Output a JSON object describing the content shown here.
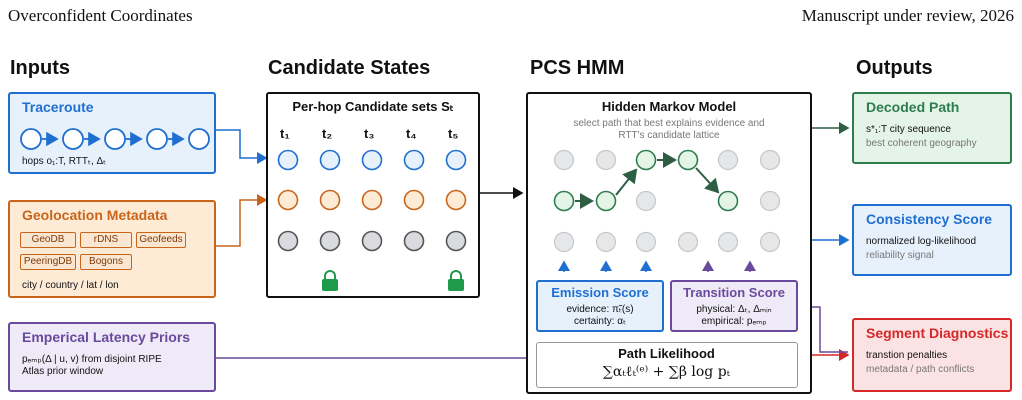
{
  "header": {
    "left": "Overconfident Coordinates",
    "right": "Manuscript under review, 2026"
  },
  "columns": {
    "inputs": "Inputs",
    "candidates": "Candidate States",
    "hmm": "PCS HMM",
    "outputs": "Outputs"
  },
  "traceroute": {
    "title": "Traceroute",
    "caption": "hops o₁:T, RTTₜ, Δₜ"
  },
  "geo": {
    "title": "Geolocation Metadata",
    "tags": [
      "GeoDB",
      "rDNS",
      "Geofeeds",
      "PeeringDB",
      "Bogons"
    ],
    "caption": "city / country / lat / lon"
  },
  "priors": {
    "title": "Emperical Latency Priors",
    "line1": "pₑₘₚ(Δ | u, v) from disjoint RIPE",
    "line2": "Atlas prior window"
  },
  "candidates": {
    "title": "Per-hop Candidate sets Sₜ",
    "steps": [
      "t₁",
      "t₂",
      "t₃",
      "t₄",
      "t₅"
    ]
  },
  "hmm": {
    "title": "Hidden Markov Model",
    "subtitle1": "select path that best explains evidence and",
    "subtitle2": "RTT's candidate lattice",
    "emission": {
      "title": "Emission Score",
      "line1": "evidence: π̃ₜ(s)",
      "line2": "certainty: αₜ"
    },
    "transition": {
      "title": "Transition Score",
      "line1": "physical: Δₜ, Δₘᵢₙ",
      "line2": "empirical: pₑₘₚ"
    },
    "likelihood": {
      "title": "Path Likelihood",
      "formula": "∑αₜℓₜ⁽ᵉ⁾ + ∑β log pₜ"
    }
  },
  "outputs": {
    "decoded": {
      "title": "Decoded Path",
      "line1": "s*₁:T city sequence",
      "line2": "best coherent geography"
    },
    "consistency": {
      "title": "Consistency Score",
      "line1": "normalized log-likelihood",
      "line2": "reliability signal"
    },
    "diagnostics": {
      "title": "Segment Diagnostics",
      "line1": "transtion penalties",
      "line2": "metadata / path conflicts"
    }
  },
  "colors": {
    "blue": "#1f6fd1",
    "blue_bg": "#e7f1fc",
    "orange": "#c9651b",
    "orange_bg": "#fdebd6",
    "purple": "#6a4a9c",
    "purple_bg": "#efeaf7",
    "green": "#2e7d4f",
    "green_bg": "#e4f4e6",
    "red": "#d62828",
    "red_bg": "#fce3e3"
  }
}
